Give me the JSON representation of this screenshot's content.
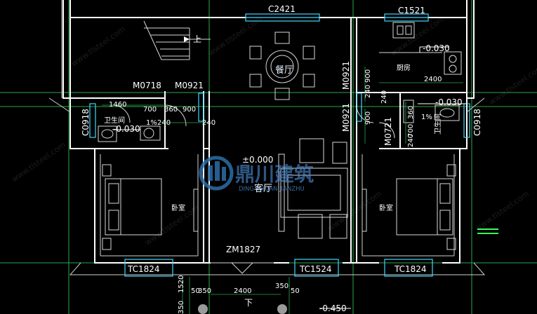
{
  "windows": [
    "C2421",
    "C1521",
    "C0918",
    "C0918",
    "TC1824",
    "TC1524",
    "TC1824"
  ],
  "doors": [
    "M0718",
    "M0921",
    "M0921",
    "M0921",
    "M0721",
    "ZM1827"
  ],
  "rooms": {
    "up_stair": "上",
    "dining": "餐厅",
    "kitchen": "厨房",
    "bath_left": "卫生间",
    "bath_right": "卫生间",
    "living": "客厅",
    "bedroom_left": "卧室",
    "bedroom_right": "卧室",
    "down_stair": "下"
  },
  "levels": {
    "kitchen": "-0.030",
    "bath_left": "-0.030",
    "bath_right": "-0.030",
    "living": "±0.000",
    "outside": "-0.450"
  },
  "slopes": {
    "bath_left": "1%",
    "bath_right": "1%"
  },
  "dimensions": {
    "bath_left_w": "1460",
    "d700_a": "700",
    "d360_a": "360",
    "d900_a": "900",
    "d240_a": "240",
    "d240_b": "240",
    "kitchen_w": "2400",
    "d900_b": "900",
    "d240_c": "240",
    "d240_d": "240",
    "d360_b": "360",
    "d900_c": "900",
    "d700_b": "700",
    "d240_e": "240",
    "d1520": "1520",
    "d350_a": "350",
    "d2400": "2400",
    "d350_b": "350",
    "d50_a": "50",
    "d50_b": "50",
    "d350_c": "350"
  },
  "logo": {
    "chinese": "鼎川建筑",
    "pinyin": "DING CHUAN JIANZHU"
  },
  "watermark": "www.tlsteel.com"
}
